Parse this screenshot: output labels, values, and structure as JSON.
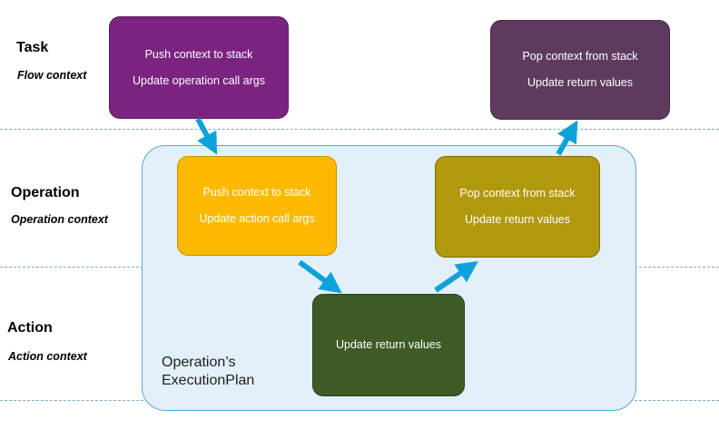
{
  "lanes": {
    "task": {
      "title": "Task",
      "subtitle": "Flow context"
    },
    "operation": {
      "title": "Operation",
      "subtitle": "Operation context"
    },
    "action": {
      "title": "Action",
      "subtitle": "Action context"
    }
  },
  "region": {
    "line1": "Operation’s",
    "line2": "ExecutionPlan"
  },
  "boxes": {
    "task_push": {
      "line1": "Push context to stack",
      "line2": "Update operation call args",
      "color": "#7b2381"
    },
    "task_pop": {
      "line1": "Pop context from stack",
      "line2": "Update return values",
      "color": "#5e3b5e"
    },
    "op_push": {
      "line1": "Push context to stack",
      "line2": "Update action call args",
      "color": "#fdb900"
    },
    "op_pop": {
      "line1": "Pop context from stack",
      "line2": "Update return values",
      "color": "#b1980c"
    },
    "action_update": {
      "line1": "Update return values",
      "color": "#3e5a26"
    }
  },
  "colors": {
    "arrow": "#0ea2da",
    "region_fill": "#e3f0fa",
    "region_border": "#5aa8d6",
    "divider": "#7fa9c9"
  }
}
